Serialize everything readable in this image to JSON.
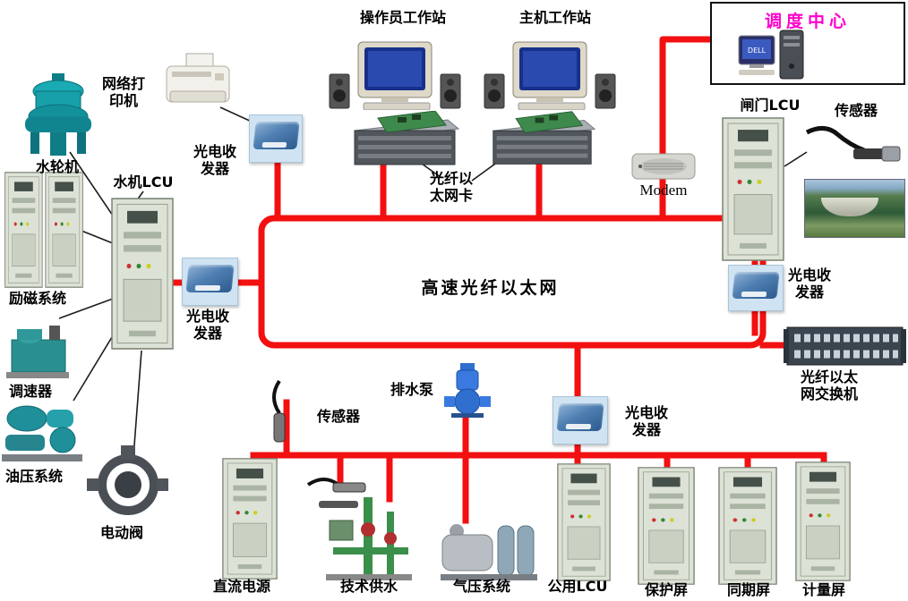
{
  "colors": {
    "bus": "#f21010",
    "dispatch_text": "#ff00cc"
  },
  "nodes": {
    "operator_workstation": "操作员工作站",
    "host_workstation": "主机工作站",
    "dispatch_center": "调度中心",
    "network_printer": "网络打印机",
    "turbine": "水轮机",
    "hydro_lcu": "水机LCU",
    "transceiver": "光电收发器",
    "fiber_nic": "光纤以太网卡",
    "modem": "Modem",
    "gate_lcu": "闸门LCU",
    "sensor": "传感器",
    "excitation": "励磁系统",
    "governor": "调速器",
    "oil_pressure": "油压系统",
    "electric_valve": "电动阀",
    "bus": "高速光纤以太网",
    "drain_pump": "排水泵",
    "dc_power": "直流电源",
    "tech_water": "技术供水",
    "air_pressure": "气压系统",
    "common_lcu": "公用LCU",
    "protection_panel": "保护屏",
    "sync_panel": "同期屏",
    "metering_panel": "计量屏",
    "fiber_switch": "光纤以太网交换机",
    "dell_logo": "DELL"
  }
}
